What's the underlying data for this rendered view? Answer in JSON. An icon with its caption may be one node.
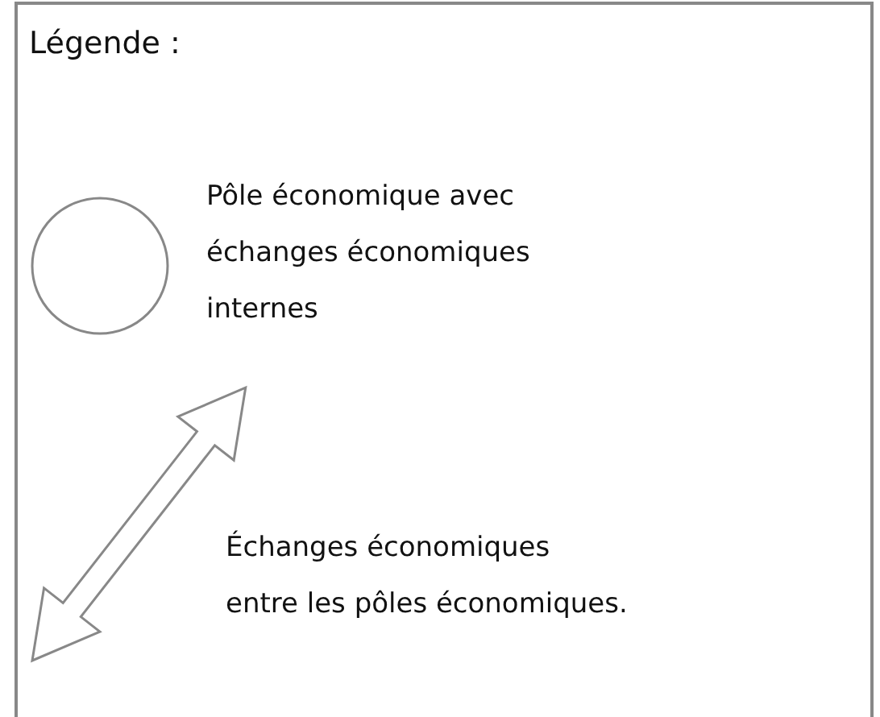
{
  "diagram": {
    "title": "Légende :",
    "legend": [
      {
        "text": "Pôle économique avec échanges économiques internes"
      },
      {
        "text": "Échanges économiques entre les pôles économiques."
      }
    ]
  }
}
